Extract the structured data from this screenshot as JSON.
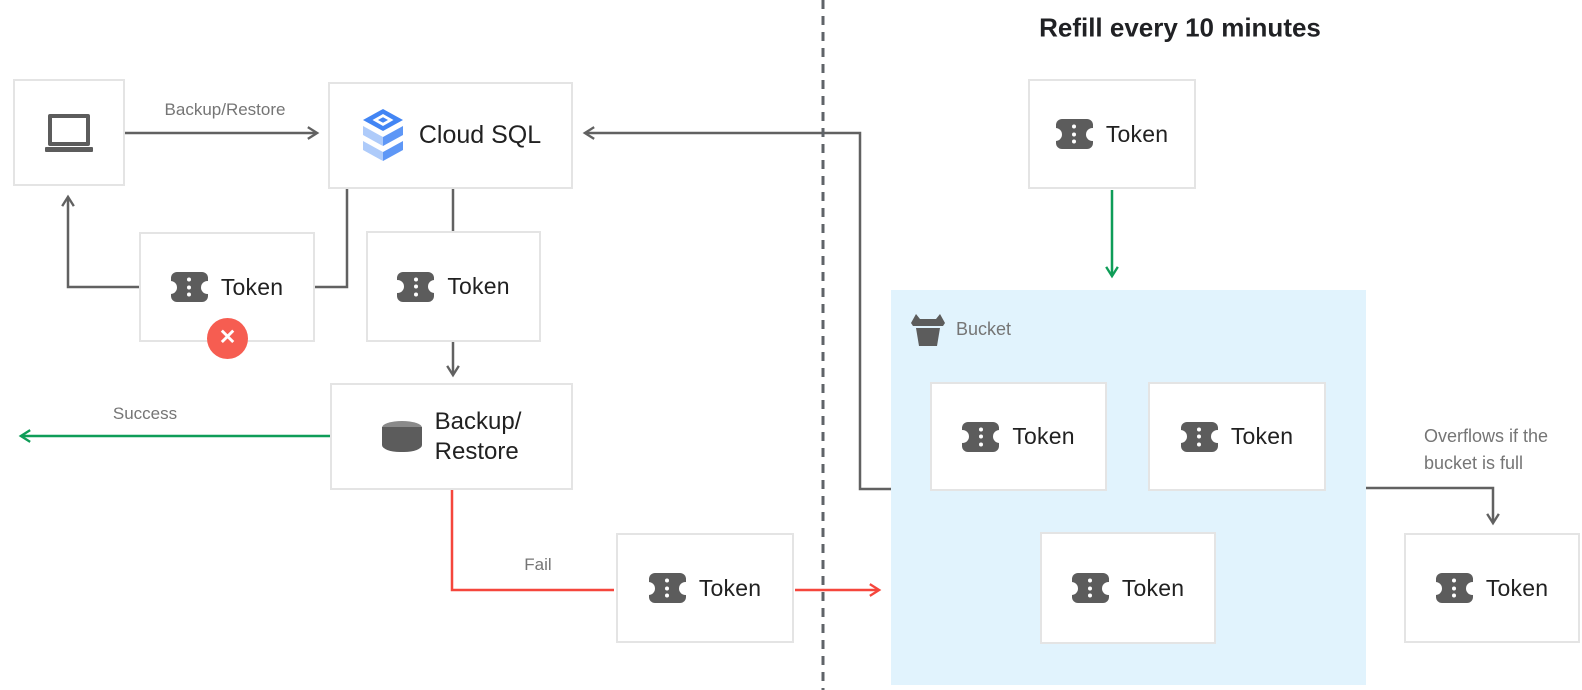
{
  "diagram": {
    "title": "Refill every 10 minutes",
    "edge_labels": {
      "backup_restore": "Backup/Restore",
      "success": "Success",
      "fail": "Fail",
      "overflow": "Overflows if the bucket is full"
    },
    "nodes": {
      "cloud_sql": "Cloud SQL",
      "backup_restore_line1": "Backup/",
      "backup_restore_line2": "Restore",
      "bucket": "Bucket",
      "token": "Token"
    },
    "icons": [
      "laptop-icon",
      "cloud-sql-icon",
      "token-icon",
      "database-icon",
      "bucket-icon",
      "error-x-badge"
    ],
    "colors": {
      "line_gray": "#616161",
      "dashed_divider": "#5f6368",
      "success_green": "#0f9d58",
      "fail_red": "#f5463c",
      "error_badge_red": "#f65d51",
      "bucket_fill": "#e1f3fd",
      "icon_gray": "#5c5c5c",
      "label_gray": "#757575",
      "node_text": "#212121",
      "box_border": "#e4e4e4",
      "cloud_sql_blue": "#4285f4",
      "cloud_sql_light_blue": "#aecbfa",
      "cloud_sql_mid_blue": "#5e97f6"
    }
  }
}
